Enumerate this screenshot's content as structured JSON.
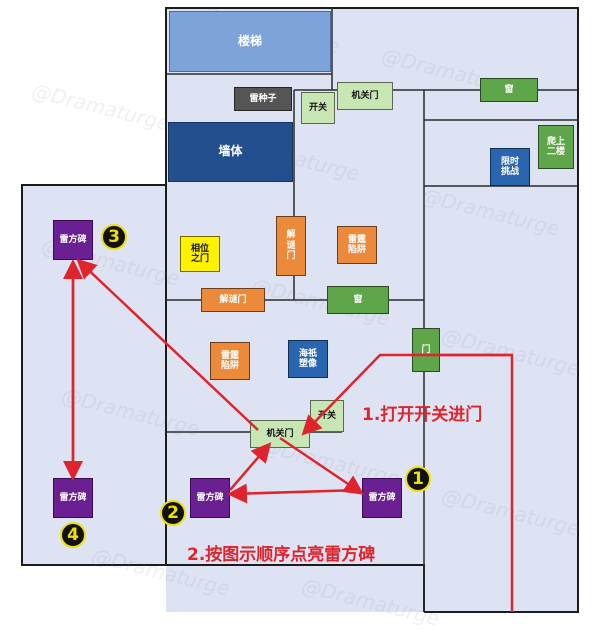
{
  "rooms": {
    "stairs": "楼梯",
    "wall": "墙体",
    "thunder_seed": "雷种子",
    "switch_top": "开关",
    "mech_door_top": "机关门",
    "window_top_right": "窗",
    "go_up_floor2": "爬上\n二楼",
    "time_challenge": "限时\n挑战",
    "phase_door": "相位\n之门",
    "puzzle_door_vertical": "解\n谜\n门",
    "thunder_trap_1": "雷霆\n陷阱",
    "puzzle_door_horizontal": "解谜门",
    "window_middle": "窗",
    "door_right": "门",
    "thunder_trap_2": "雷霆\n陷阱",
    "seaweed_statue": "海祇\n塑像",
    "switch_bottom": "开关",
    "mech_door_bottom": "机关门"
  },
  "steles": {
    "stele_3": "雷方碑",
    "stele_4": "雷方碑",
    "stele_2": "雷方碑",
    "stele_1": "雷方碑"
  },
  "markers": {
    "n1": "1",
    "n2": "2",
    "n3": "3",
    "n4": "4"
  },
  "instructions": {
    "step1": "1.打开开关进门",
    "step2": "2.按图示顺序点亮雷方碑"
  },
  "watermark": "@Dramaturge",
  "colors": {
    "route": "#e0242d",
    "floor": "#dde3f3",
    "stele": "#6a1f93"
  }
}
